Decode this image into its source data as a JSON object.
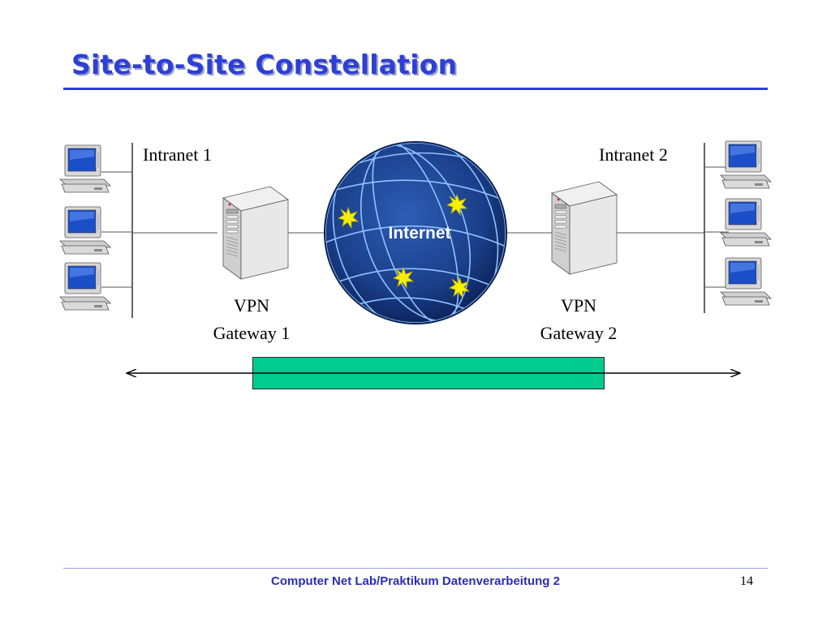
{
  "slide": {
    "title": "Site-to-Site Constellation",
    "footer": "Computer Net Lab/Praktikum Datenverarbeitung 2",
    "page_number": "14"
  },
  "diagram": {
    "left_network_label": "Intranet 1",
    "right_network_label": "Intranet 2",
    "cloud_label": "Internet",
    "gateway1_line1": "VPN",
    "gateway1_line2": "Gateway 1",
    "gateway2_line1": "VPN",
    "gateway2_line2": "Gateway 2",
    "icons": {
      "client": "desktop-computer-icon",
      "gateway": "server-tower-icon",
      "internet": "globe-icon",
      "hotspot": "starburst-icon"
    },
    "colors": {
      "title": "#2e3fd6",
      "footer": "#2a2fb0",
      "globe": "#1b3f8a",
      "tunnel": "#00cc90",
      "hotspot": "#f5f000"
    }
  }
}
